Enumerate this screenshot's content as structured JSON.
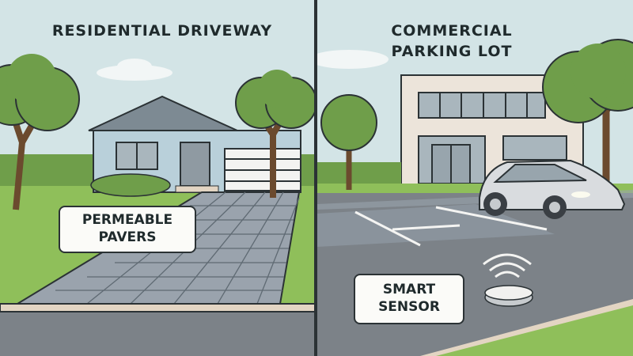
{
  "left_panel": {
    "title": "RESIDENTIAL DRIVEWAY",
    "callout": {
      "line1": "PERMEABLE",
      "line2": "PAVERS"
    }
  },
  "right_panel": {
    "title_line1": "COMMERCIAL",
    "title_line2": "PARKING LOT",
    "callout": {
      "line1": "SMART",
      "line2": "SENSOR"
    }
  },
  "colors": {
    "sky": "#d3e4e6",
    "grass": "#8fbf5a",
    "tree": "#6f9e4a",
    "asphalt": "#7c8288",
    "pavers": "#9aa3ad",
    "house": "#b9d0da",
    "building": "#ece4da",
    "outline": "#2b3235"
  }
}
